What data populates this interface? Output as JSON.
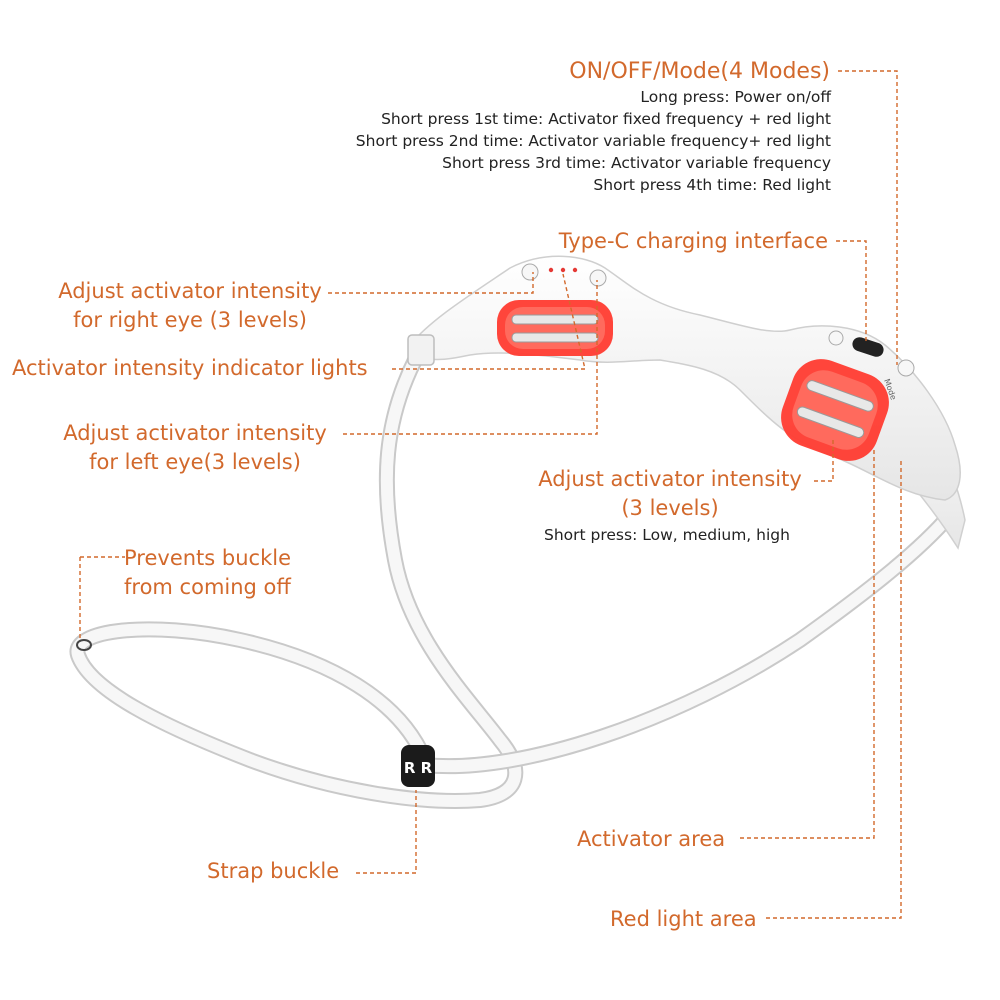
{
  "callouts": {
    "onoff_title": "ON/OFF/Mode(4 Modes)",
    "onoff_lines": [
      "Long press: Power on/off",
      "Short press 1st time: Activator fixed frequency + red light",
      "Short press 2nd time: Activator variable frequency+ red light",
      "Short press 3rd time: Activator variable frequency",
      "Short press 4th time: Red light"
    ],
    "typec": "Type-C charging interface",
    "right_eye_line1": "Adjust activator intensity",
    "right_eye_line2": "for right eye (3 levels)",
    "indicator": "Activator intensity indicator lights",
    "left_eye_line1": "Adjust activator intensity",
    "left_eye_line2": "for left eye(3 levels)",
    "intensity_line1": "Adjust activator intensity",
    "intensity_line2": "(3 levels)",
    "intensity_sub": "Short press: Low, medium, high",
    "prevents_line1": "Prevents buckle",
    "prevents_line2": "from coming off",
    "activator_area": "Activator area",
    "strap_buckle": "Strap buckle",
    "red_light_area": "Red light area"
  },
  "device_markings": {
    "buckle_letters": "R R",
    "mode_button": "Mode"
  },
  "colors": {
    "label": "#d2692c",
    "leader": "#d2692c",
    "text": "#222222",
    "red_light": "#ff3b30",
    "device": "#f4f4f4"
  }
}
